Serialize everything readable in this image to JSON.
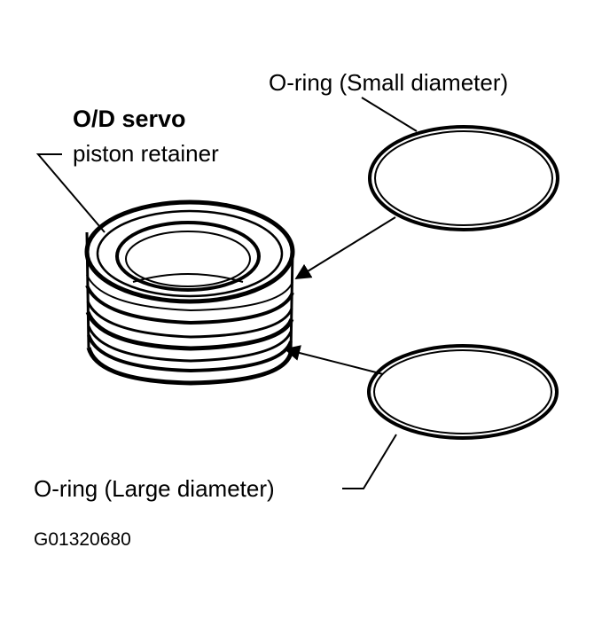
{
  "diagram": {
    "labels": {
      "retainer_line1": "O/D servo",
      "retainer_line2": "piston retainer",
      "small_oring": "O-ring (Small diameter)",
      "large_oring": "O-ring (Large diameter)"
    },
    "figure_code": "G01320680",
    "colors": {
      "ink": "#000000",
      "background": "#ffffff"
    }
  }
}
